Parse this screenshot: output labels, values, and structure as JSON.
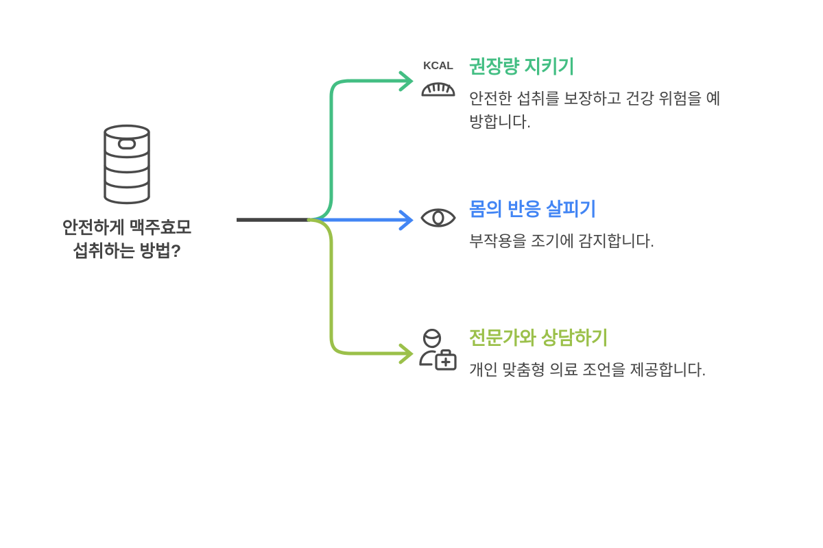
{
  "root": {
    "icon": "barrel-icon",
    "label": "안전하게 맥주효모\n섭취하는 방법?",
    "label_color": "#434343",
    "connector_color": "#434343"
  },
  "branches": [
    {
      "id": "branch-1",
      "icon": "kcal-gauge-icon",
      "icon_text": "KCAL",
      "title": "권장량 지키기",
      "description": "안전한 섭취를 보장하고 건강 위험을 예방합니다.",
      "color": "#43be83"
    },
    {
      "id": "branch-2",
      "icon": "eye-icon",
      "icon_text": "",
      "title": "몸의 반응 살피기",
      "description": "부작용을 조기에 감지합니다.",
      "color": "#4285f4"
    },
    {
      "id": "branch-3",
      "icon": "doctor-medkit-icon",
      "icon_text": "",
      "title": "전문가와 상담하기",
      "description": "개인 맞춤형 의료 조언을 제공합니다.",
      "color": "#9bc04a"
    }
  ],
  "colors": {
    "background": "#ffffff",
    "icon_stroke": "#4a4a4a",
    "body_text": "#434343",
    "green": "#43be83",
    "blue": "#4285f4",
    "olive": "#9bc04a",
    "root_line": "#434343"
  }
}
